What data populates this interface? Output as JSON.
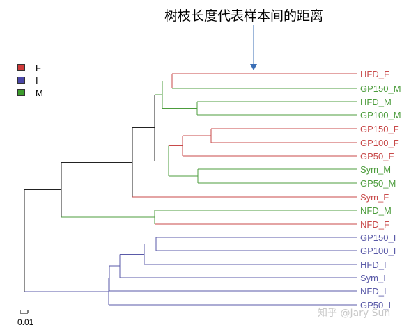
{
  "annotation": {
    "text": "树枝长度代表样本间的距离"
  },
  "legend": [
    {
      "label": "F",
      "color": "#d03a3a"
    },
    {
      "label": "I",
      "color": "#4a46a8"
    },
    {
      "label": "M",
      "color": "#3c9c2c"
    }
  ],
  "colors": {
    "F": "#c84a4a",
    "I": "#5a5aa8",
    "M": "#4c9c3c",
    "root": "#222222",
    "arrow": "#3b6fb6"
  },
  "leaves": [
    {
      "label": "HFD_F",
      "group": "F"
    },
    {
      "label": "GP150_M",
      "group": "M"
    },
    {
      "label": "HFD_M",
      "group": "M"
    },
    {
      "label": "GP100_M",
      "group": "M"
    },
    {
      "label": "GP150_F",
      "group": "F"
    },
    {
      "label": "GP100_F",
      "group": "F"
    },
    {
      "label": "GP50_F",
      "group": "F"
    },
    {
      "label": "Sym_M",
      "group": "M"
    },
    {
      "label": "GP50_M",
      "group": "M"
    },
    {
      "label": "Sym_F",
      "group": "F"
    },
    {
      "label": "NFD_M",
      "group": "M"
    },
    {
      "label": "NFD_F",
      "group": "F"
    },
    {
      "label": "GP150_I",
      "group": "I"
    },
    {
      "label": "GP100_I",
      "group": "I"
    },
    {
      "label": "HFD_I",
      "group": "I"
    },
    {
      "label": "Sym_I",
      "group": "I"
    },
    {
      "label": "NFD_I",
      "group": "I"
    },
    {
      "label": "GP50_I",
      "group": "I"
    }
  ],
  "scale": {
    "label": "0.01"
  },
  "watermark": {
    "text": "知乎 @Jary Sun"
  }
}
